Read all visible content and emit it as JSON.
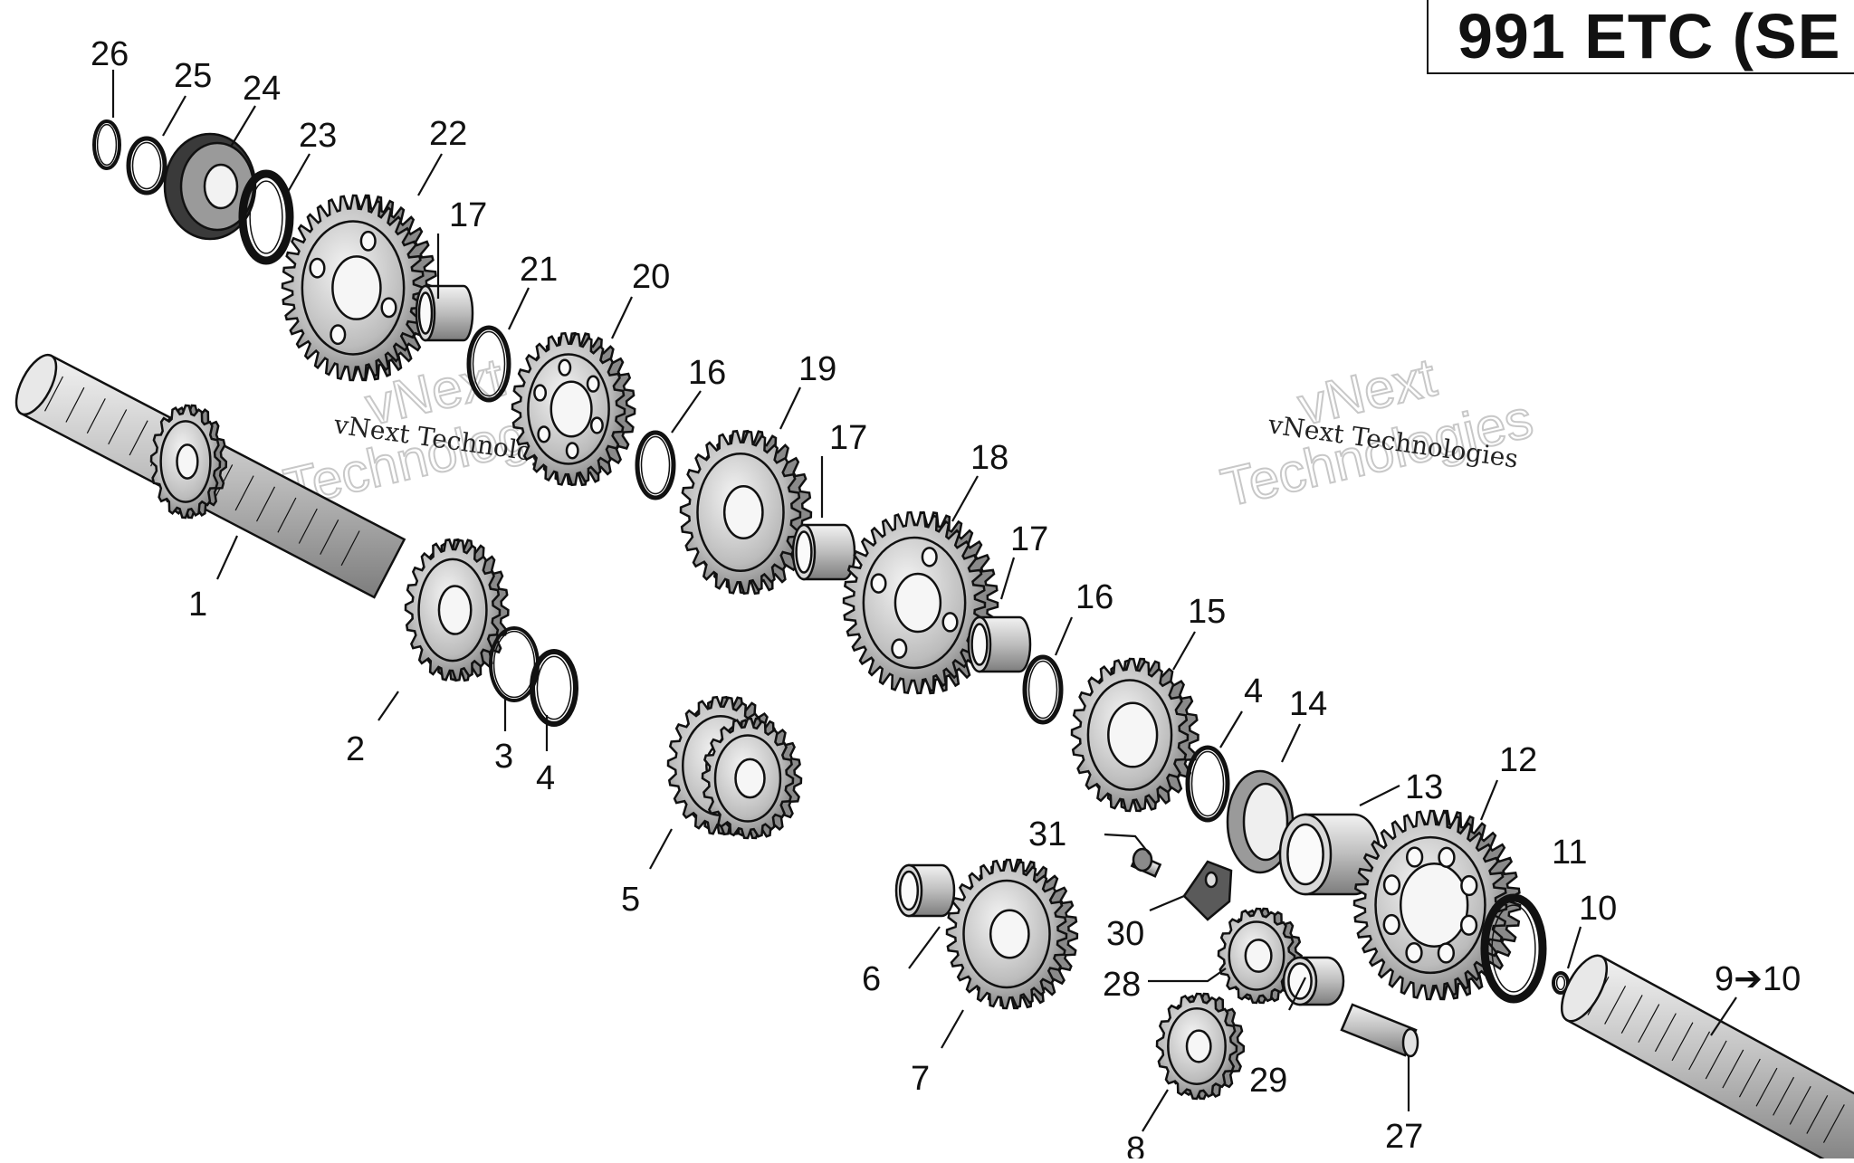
{
  "title": "991 ETC (SE",
  "watermark": {
    "line1": "vNext",
    "line2": "Technologies",
    "full": "vNext Technologies"
  },
  "callouts": [
    "26",
    "25",
    "24",
    "23",
    "22",
    "17",
    "21",
    "20",
    "1",
    "16",
    "19",
    "17",
    "18",
    "17",
    "16",
    "15",
    "2",
    "3",
    "4",
    "5",
    "4",
    "14",
    "13",
    "12",
    "31",
    "30",
    "6",
    "7",
    "28",
    "11",
    "10",
    "9➔10",
    "29",
    "27",
    "8"
  ],
  "colors": {
    "ink": "#111111",
    "metal_light": "#e6e6e6",
    "metal_mid": "#b9b9b9",
    "metal_dark": "#7a7a7a",
    "watermark": "#c8c8c8"
  }
}
